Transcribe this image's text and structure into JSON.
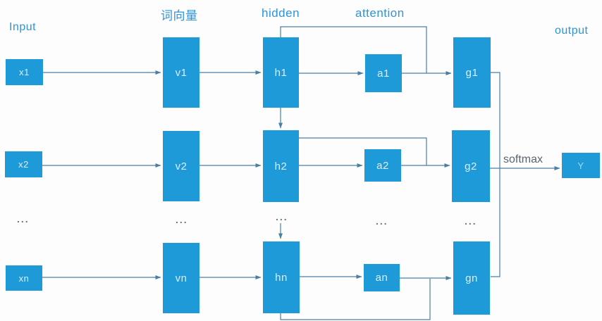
{
  "diagram": {
    "labels": {
      "input": "Input",
      "word_vector": "词向量",
      "hidden": "hidden",
      "attention": "attention",
      "output": "output",
      "softmax": "softmax"
    },
    "nodes": {
      "x1": "x1",
      "x2": "x2",
      "xn": "xn",
      "v1": "v1",
      "v2": "v2",
      "vn": "vn",
      "h1": "h1",
      "h2": "h2",
      "hn": "hn",
      "a1": "a1",
      "a2": "a2",
      "an": "an",
      "g1": "g1",
      "g2": "g2",
      "gn": "gn",
      "y": "Y"
    },
    "ellipsis": "...",
    "colors": {
      "node_fill": "#1f9ad8",
      "node_text": "#d9effc",
      "label_blue": "#2e93d8",
      "softmax_text": "#5a6570",
      "line": "#4a7fa5",
      "dots": "#6b7680"
    }
  }
}
